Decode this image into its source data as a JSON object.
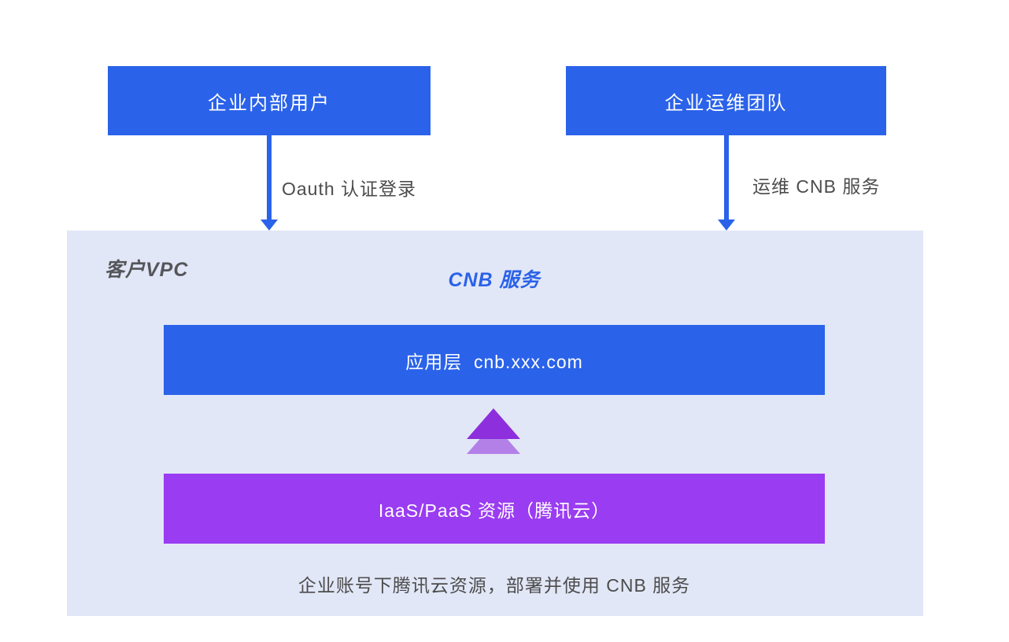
{
  "colors": {
    "brand-blue": "#2A62E9",
    "purple": "#9A3CF1",
    "arrow-purple-dark": "#8D2FDC",
    "arrow-purple-light": "#B380E8",
    "vpc-bg": "#E2E7F7",
    "text-dark": "#4C4C4C",
    "text-gray": "#55565A",
    "text-white": "#FFFFFF"
  },
  "actors": [
    {
      "label": "企业内部用户"
    },
    {
      "label": "企业运维团队"
    }
  ],
  "flows": [
    {
      "label": "Oauth 认证登录"
    },
    {
      "label": "运维 CNB 服务"
    }
  ],
  "vpc": {
    "name": "客户VPC",
    "service_title": "CNB 服务",
    "app_layer_label": "应用层  cnb.xxx.com",
    "resource_layer_label": "IaaS/PaaS 资源（腾讯云）",
    "caption": "企业账号下腾讯云资源，部署并使用 CNB 服务"
  }
}
